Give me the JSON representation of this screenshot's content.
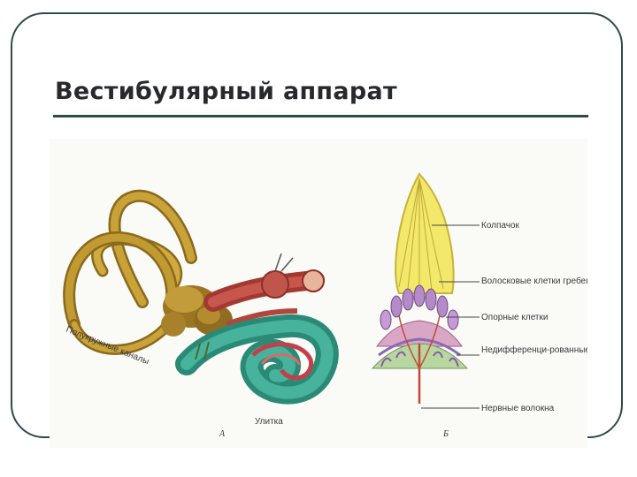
{
  "slide": {
    "title": "Вестибулярный аппарат"
  },
  "figure": {
    "panel_a": {
      "letter": "А",
      "canals_label": "Полукружные каналы",
      "cochlea_label": "Улитка"
    },
    "panel_b": {
      "letter": "Б",
      "labels": [
        "Колпачок",
        "Волосковые клетки гребешка",
        "Опорные клетки",
        "Недифференци-рованные эпителиальные клетки",
        "Нервные волокна"
      ]
    }
  },
  "colors": {
    "frame": "#2e4a4a",
    "canal_bronze": "#b8902a",
    "cochlea_green": "#3aa08a",
    "nerve_red": "#b5433a",
    "cupula_yellow": "#f2e86a",
    "hair_cell_purple": "#b58ac8"
  }
}
